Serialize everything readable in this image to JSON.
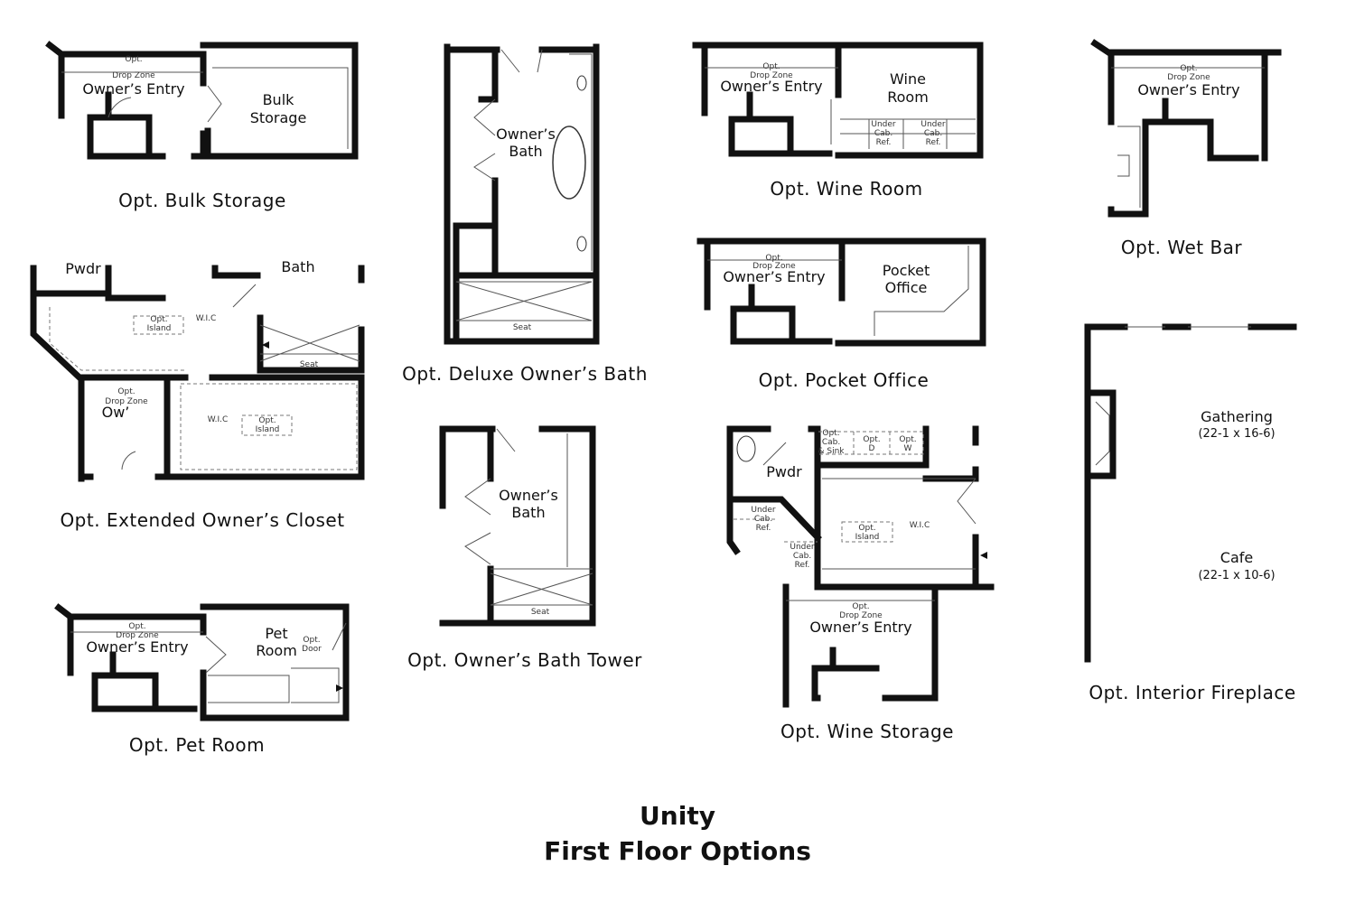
{
  "title": {
    "line1": "Unity",
    "line2": "First Floor Options"
  },
  "common": {
    "opt": "Opt.",
    "drop_zone": "Drop Zone",
    "owners_entry": "Owner’s Entry",
    "wic": "W.I.C",
    "island": "Island",
    "seat": "Seat"
  },
  "plans": {
    "bulk": {
      "caption": "Opt. Bulk Storage",
      "room1": "Bulk",
      "room2": "Storage"
    },
    "closet": {
      "caption": "Opt. Extended Owner’s Closet",
      "pwdr": "Pwdr",
      "bath": "Bath",
      "ow": "Ow’"
    },
    "pet": {
      "caption": "Opt. Pet Room",
      "room1": "Pet",
      "room2": "Room",
      "door": "Door"
    },
    "deluxe": {
      "caption": "Opt. Deluxe Owner’s Bath",
      "room1": "Owner’s",
      "room2": "Bath"
    },
    "tower": {
      "caption": "Opt. Owner’s Bath Tower",
      "room1": "Owner’s",
      "room2": "Bath"
    },
    "wine": {
      "caption": "Opt. Wine Room",
      "room1": "Wine",
      "room2": "Room",
      "under": "Under",
      "cab": "Cab.",
      "ref": "Ref."
    },
    "office": {
      "caption": "Opt. Pocket Office",
      "room1": "Pocket",
      "room2": "Office"
    },
    "storage": {
      "caption": "Opt. Wine Storage",
      "pwdr": "Pwdr",
      "cab": "Cab.",
      "sink": "& Sink",
      "d": "D",
      "w": "W",
      "under": "Under",
      "ref": "Ref."
    },
    "wetbar": {
      "caption": "Opt. Wet Bar"
    },
    "fireplace": {
      "caption": "Opt. Interior Fireplace",
      "gathering": "Gathering",
      "gathering_dim": "(22-1 x 16-6)",
      "cafe": "Cafe",
      "cafe_dim": "(22-1 x 10-6)"
    }
  }
}
